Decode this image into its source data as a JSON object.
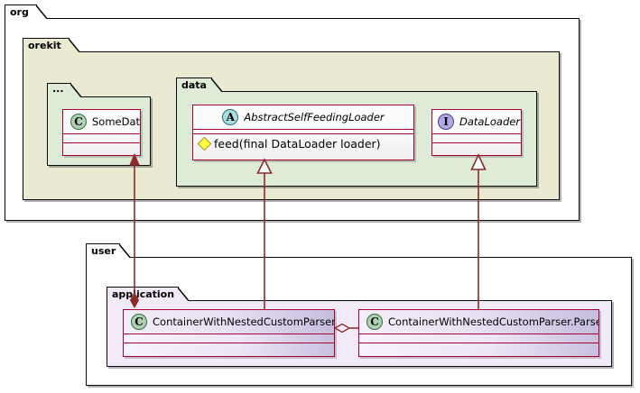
{
  "diagram": {
    "kind": "uml-class-diagram",
    "background": "#FFFFFF",
    "accent_line_color": "#8B2B2B",
    "class_border_color": "#A80036"
  },
  "packages": [
    {
      "id": "org",
      "label": "org",
      "fill": "#FFFFFF"
    },
    {
      "id": "orekit",
      "label": "orekit",
      "fill": "#EAEAD3"
    },
    {
      "id": "dots",
      "label": "...",
      "fill": "#DDEBD7"
    },
    {
      "id": "data",
      "label": "data",
      "fill": "#DDEBD7"
    },
    {
      "id": "user",
      "label": "user",
      "fill": "#FFFFFF"
    },
    {
      "id": "application",
      "label": "application",
      "fill": "#F2EAF7"
    }
  ],
  "classes": [
    {
      "id": "some-data",
      "stereotype_icon": "C",
      "stereotype_name": "class-icon",
      "name": "SomeData",
      "italic": false,
      "members": []
    },
    {
      "id": "abstract-self-feeding-loader",
      "stereotype_icon": "A",
      "stereotype_name": "abstract-class-icon",
      "name": "AbstractSelfFeedingLoader",
      "italic": true,
      "members": [
        {
          "visibility_icon": "protected-diamond",
          "text": "feed(final DataLoader loader)"
        }
      ]
    },
    {
      "id": "data-loader",
      "stereotype_icon": "I",
      "stereotype_name": "interface-icon",
      "name": "DataLoader",
      "italic": true,
      "members": []
    },
    {
      "id": "container-with-nested-custom-parser",
      "stereotype_icon": "C",
      "stereotype_name": "class-icon",
      "name": "ContainerWithNestedCustomParser",
      "italic": false,
      "members": []
    },
    {
      "id": "container-with-nested-custom-parser-parser",
      "stereotype_icon": "C",
      "stereotype_name": "class-icon",
      "name": "ContainerWithNestedCustomParser.Parser",
      "italic": false,
      "members": []
    }
  ],
  "relationships": [
    {
      "id": "rel-composition-somedata",
      "type": "composition",
      "from": "container-with-nested-custom-parser",
      "to": "some-data"
    },
    {
      "id": "rel-extends-abstract",
      "type": "generalization",
      "from": "container-with-nested-custom-parser-parser",
      "to": "abstract-self-feeding-loader"
    },
    {
      "id": "rel-implements-dataloader",
      "type": "realization",
      "from": "container-with-nested-custom-parser-parser",
      "to": "data-loader"
    },
    {
      "id": "rel-aggregation-parser",
      "type": "aggregation",
      "from": "container-with-nested-custom-parser",
      "to": "container-with-nested-custom-parser-parser"
    }
  ]
}
